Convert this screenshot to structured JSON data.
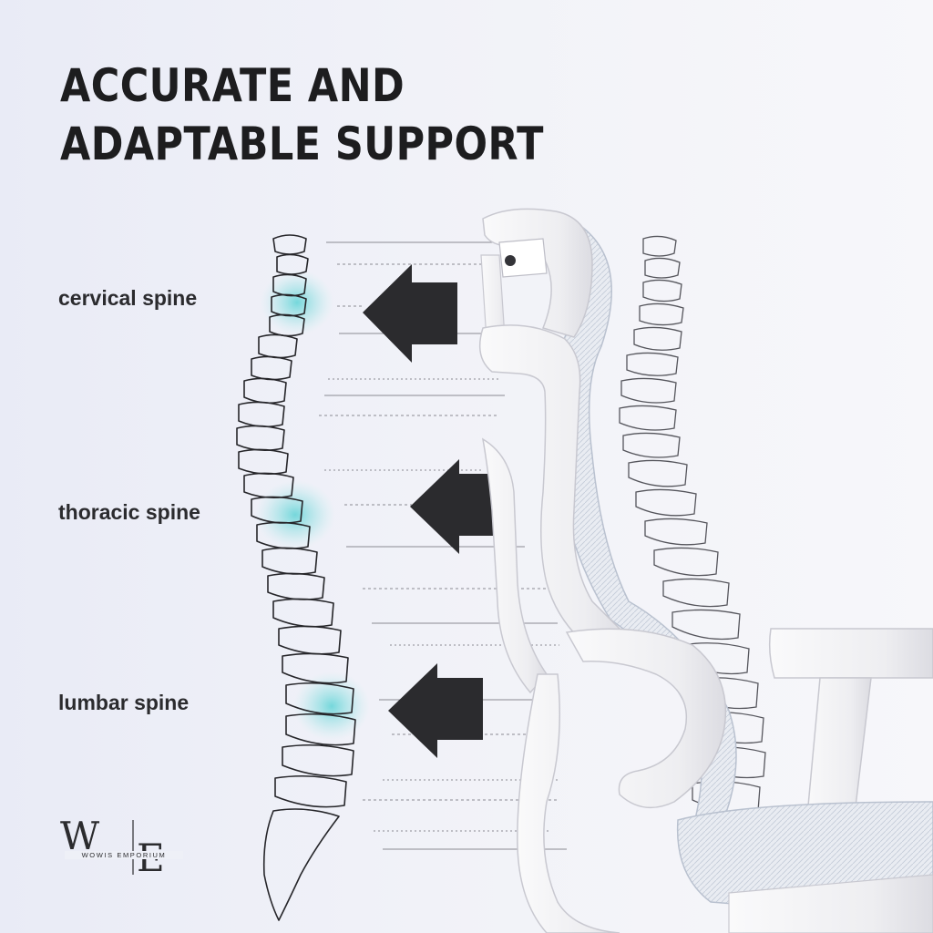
{
  "headline": {
    "line1": "ACCURATE AND",
    "line2": "ADAPTABLE SUPPORT"
  },
  "spine_labels": {
    "cervical": "cervical spine",
    "thoracic": "thoracic spine",
    "lumbar": "lumbar spine"
  },
  "brand": {
    "monogram_left": "W",
    "monogram_right": "E",
    "tagline": "WOWIS EMPORIUM"
  },
  "colors": {
    "headline": "#1d1d1f",
    "arrow": "#2b2b2e",
    "highlight": "#5fd3d6",
    "chair_frame": "#f4f4f6"
  },
  "icons": [
    "left-arrow-icon",
    "spine-illustration",
    "office-chair-illustration"
  ]
}
